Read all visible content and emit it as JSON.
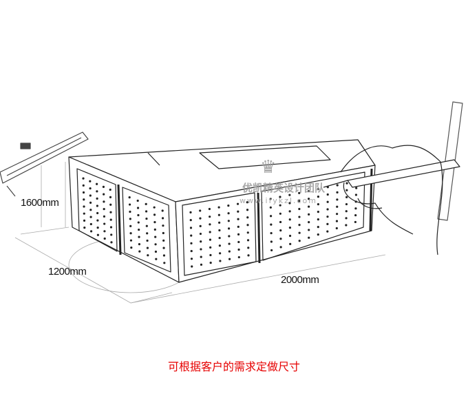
{
  "dimensions": {
    "height": "1600mm",
    "depth": "1200mm",
    "width": "2000mm"
  },
  "caption": "可根据客户的需求定做尺寸",
  "watermark": {
    "name": "优凯精英设计团队",
    "url": "www.ifykzl.com"
  },
  "colors": {
    "caption": "#e60000",
    "line": "#222222"
  }
}
